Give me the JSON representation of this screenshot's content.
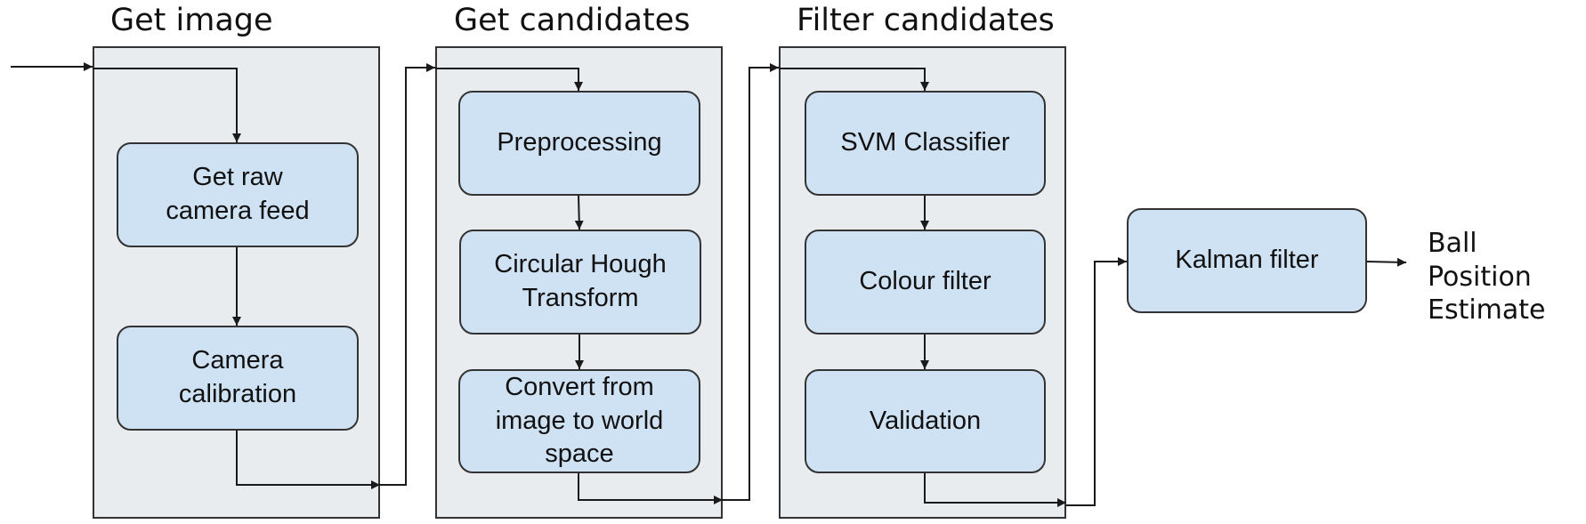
{
  "groups": {
    "get_image": {
      "title": "Get image"
    },
    "get_candidates": {
      "title": "Get candidates"
    },
    "filter_candidates": {
      "title": "Filter candidates"
    }
  },
  "nodes": {
    "raw_feed": "Get raw\ncamera feed",
    "calibration": "Camera\ncalibration",
    "preprocessing": "Preprocessing",
    "hough": "Circular Hough\nTransform",
    "convert": "Convert from\nimage to world\nspace",
    "svm": "SVM Classifier",
    "colour": "Colour filter",
    "validation": "Validation",
    "kalman": "Kalman filter"
  },
  "output": {
    "label": "Ball Position\nEstimate"
  },
  "colors": {
    "group_fill": "#e9ecee",
    "node_fill": "#cfe2f3",
    "stroke": "#333333",
    "text": "#111111"
  }
}
